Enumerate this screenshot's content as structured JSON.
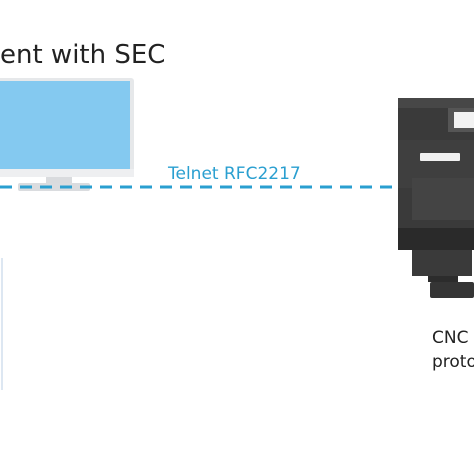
{
  "title": "ent with SEC",
  "connection": {
    "label": "Telnet RFC2217",
    "color": "#2a9fd0"
  },
  "device": {
    "line1": "CNC",
    "line2": "proto"
  },
  "colors": {
    "monitor_screen": "#84c9f0",
    "monitor_frame": "#e6e8ea",
    "machine_body": "#3a3a3a",
    "machine_panel": "#555555",
    "machine_display": "#f2f2f2"
  },
  "icons": [
    "monitor-icon",
    "cnc-machine-icon"
  ]
}
